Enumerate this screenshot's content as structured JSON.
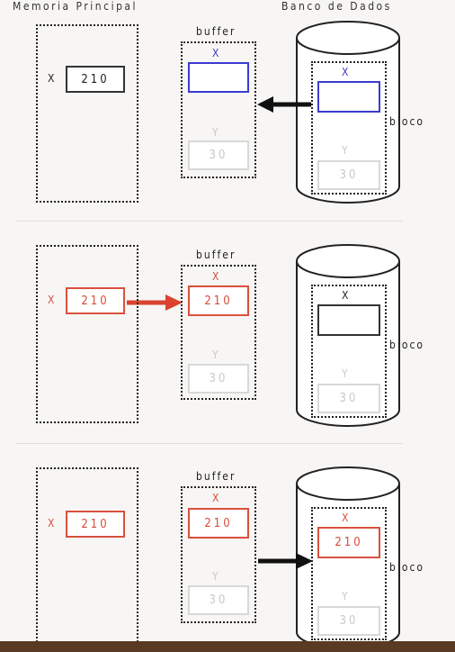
{
  "headers": {
    "main_memory": "Memoria Principal",
    "database": "Banco de Dados"
  },
  "panels": [
    {
      "memory": {
        "var": "X",
        "value": "210",
        "color": "dark"
      },
      "buffer": {
        "title": "buffer",
        "x_label": "X",
        "x_value": "",
        "x_color": "blue",
        "y_label": "Y",
        "y_value": "30"
      },
      "disk": {
        "x_label": "X",
        "x_value": "",
        "x_color": "blue",
        "y_label": "Y",
        "y_value": "30",
        "block": "bloco"
      },
      "arrow": {
        "direction": "disk-to-buffer",
        "color": "#111111"
      }
    },
    {
      "memory": {
        "var": "X",
        "value": "210",
        "color": "red"
      },
      "buffer": {
        "title": "buffer",
        "x_label": "X",
        "x_value": "210",
        "x_color": "red",
        "y_label": "Y",
        "y_value": "30"
      },
      "disk": {
        "x_label": "X",
        "x_value": "",
        "x_color": "dark",
        "y_label": "Y",
        "y_value": "30",
        "block": "bloco"
      },
      "arrow": {
        "direction": "memory-to-buffer",
        "color": "#d9432f"
      }
    },
    {
      "memory": {
        "var": "X",
        "value": "210",
        "color": "red"
      },
      "buffer": {
        "title": "buffer",
        "x_label": "X",
        "x_value": "210",
        "x_color": "red",
        "y_label": "Y",
        "y_value": "30"
      },
      "disk": {
        "x_label": "X",
        "x_value": "210",
        "x_color": "red",
        "y_label": "Y",
        "y_value": "30",
        "block": "bloco"
      },
      "arrow": {
        "direction": "buffer-to-disk",
        "color": "#111111"
      }
    }
  ],
  "colors": {
    "dark": "#333333",
    "red": "#d9503e",
    "blue": "#3b3bd0",
    "grey": "#d8d8d8"
  }
}
